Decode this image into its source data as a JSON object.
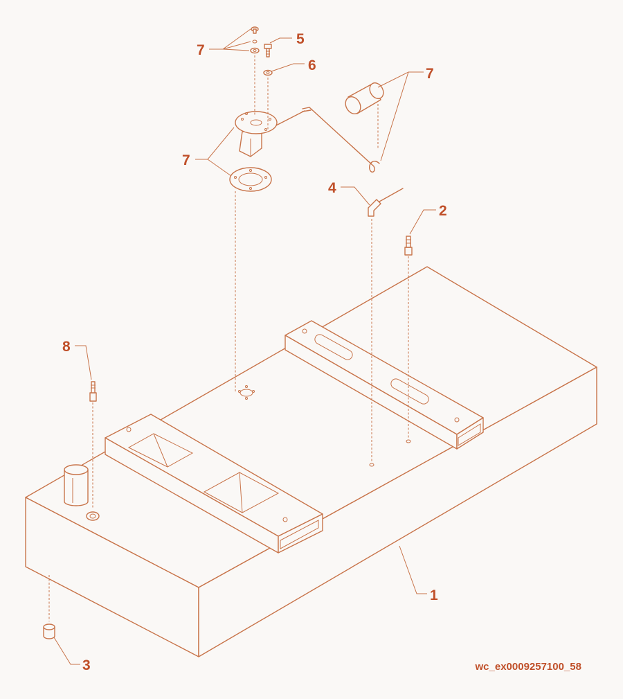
{
  "callouts": {
    "c1": "1",
    "c2": "2",
    "c3": "3",
    "c4": "4",
    "c5": "5",
    "c6": "6",
    "c7_top": "7",
    "c7_float": "7",
    "c7_flange": "7",
    "c8": "8"
  },
  "figure_code": "wc_ex0009257100_58",
  "colors": {
    "line": "#c8744a",
    "text": "#c0502a",
    "background": "#faf8f6"
  }
}
